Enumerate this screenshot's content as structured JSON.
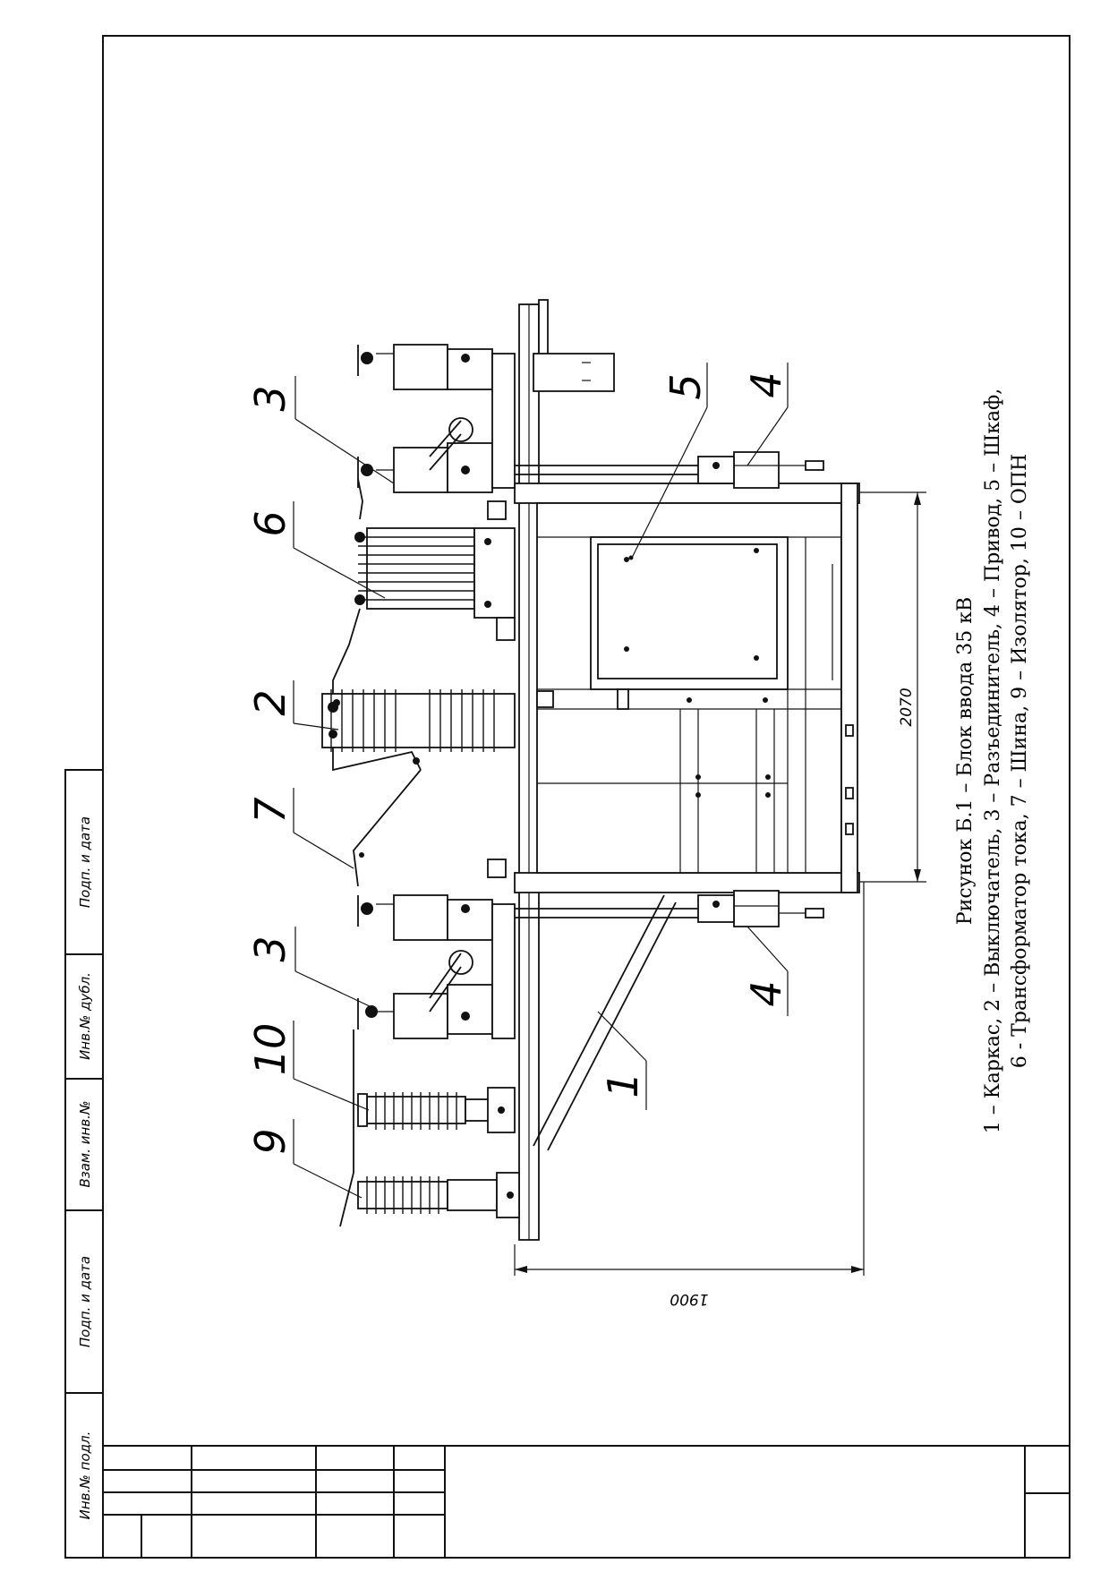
{
  "caption": {
    "title": "Рисунок Б.1 – Блок ввода 35 кВ",
    "line1": "1 – Каркас, 2 – Выключатель, 3 – Разъединитель, 4 – Привод, 5 – Шкаф,",
    "line2": "6 - Трансформатор тока, 7 – Шина, 9 – Изолятор, 10 – ОПН"
  },
  "callouts": {
    "c1": "1",
    "c2": "2",
    "c3a": "3",
    "c3b": "3",
    "c4a": "4",
    "c4b": "4",
    "c5": "5",
    "c6": "6",
    "c7": "7",
    "c9": "9",
    "c10": "10"
  },
  "dimensions": {
    "width": "2070",
    "height": "1900"
  },
  "stamp": {
    "f1": "Подп. и дата",
    "f2": "Инв.№ дубл.",
    "f3": "Взам. инв.№",
    "f4": "Подп. и дата",
    "f5": "Инв.№ подл."
  }
}
